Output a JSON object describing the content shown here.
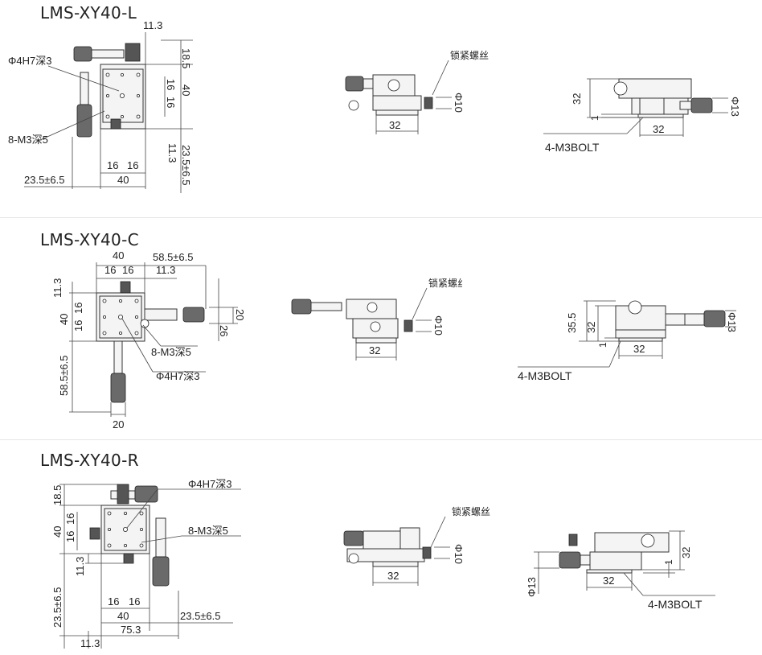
{
  "sections": [
    {
      "model": "LMS-XY40-L",
      "top_view": {
        "labels": {
          "top_offset": "11.3",
          "right_top": "18.5",
          "right_inner_a": "16",
          "right_inner_b": "16",
          "right_total": "40",
          "right_low": "11.3",
          "right_bottom": "23.5±6.5",
          "bottom_a": "16",
          "bottom_b": "16",
          "bottom_total": "40",
          "bottom_left": "23.5±6.5",
          "callout_hole": "Φ4H7深3",
          "callout_thread": "8-M3深5"
        }
      },
      "front_view": {
        "lock_screw": "锁紧螺丝",
        "diameter": "Φ10",
        "width": "32"
      },
      "side_view": {
        "height": "32",
        "width": "32",
        "diameter": "Φ13",
        "gap": "1",
        "bolt": "4-M3BOLT"
      }
    },
    {
      "model": "LMS-XY40-C",
      "top_view": {
        "labels": {
          "top_total": "40",
          "top_a": "16",
          "top_b": "16",
          "top_offset": "11.3",
          "top_right": "58.5±6.5",
          "left_top": "11.3",
          "left_inner_a": "16",
          "left_inner_b": "16",
          "left_total": "40",
          "left_bottom": "58.5±6.5",
          "right_a": "20",
          "right_b": "26",
          "bottom_width": "20",
          "callout_thread": "8-M3深5",
          "callout_hole": "Φ4H7深3"
        }
      },
      "front_view": {
        "lock_screw": "锁紧螺丝",
        "diameter": "Φ10",
        "width": "32"
      },
      "side_view": {
        "height_outer": "35.5",
        "height": "32",
        "width": "32",
        "diameter": "Φ13",
        "gap": "1",
        "bolt": "4-M3BOLT"
      }
    },
    {
      "model": "LMS-XY40-R",
      "top_view": {
        "labels": {
          "left_top": "18.5",
          "left_inner_a": "16",
          "left_inner_b": "16",
          "left_total": "40",
          "left_low": "11.3",
          "left_bottom": "23.5±6.5",
          "bottom_a": "16",
          "bottom_b": "16",
          "bottom_total": "40",
          "bottom_right": "23.5±6.5",
          "bottom_overall": "75.3",
          "bottom_left": "11.3",
          "callout_hole": "Φ4H7深3",
          "callout_thread": "8-M3深5"
        }
      },
      "front_view": {
        "lock_screw": "锁紧螺丝",
        "diameter": "Φ10",
        "width": "32"
      },
      "side_view": {
        "height": "32",
        "width": "32",
        "diameter": "Φ13",
        "gap": "1",
        "bolt": "4-M3BOLT"
      }
    }
  ]
}
